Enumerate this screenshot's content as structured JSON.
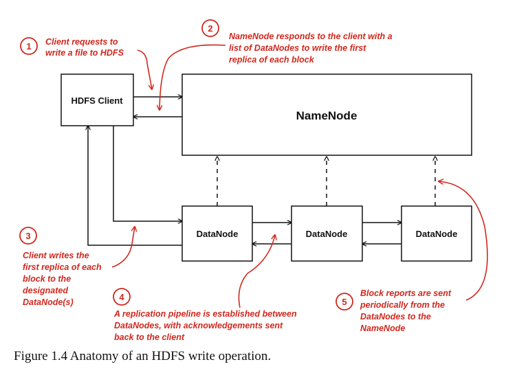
{
  "nodes": {
    "client": "HDFS Client",
    "namenode": "NameNode",
    "datanodes": [
      "DataNode",
      "DataNode",
      "DataNode"
    ]
  },
  "annotations": [
    {
      "number": "1",
      "lines": [
        "Client requests to",
        "write a file to HDFS"
      ]
    },
    {
      "number": "2",
      "lines": [
        "NameNode responds to the client with a",
        "list of DataNodes to write the first",
        "replica of each block"
      ]
    },
    {
      "number": "3",
      "lines": [
        "Client writes the",
        "first replica of each",
        "block to the",
        "designated",
        "DataNode(s)"
      ]
    },
    {
      "number": "4",
      "lines": [
        "A replication pipeline is established between",
        "DataNodes, with acknowledgements sent",
        "back to the client"
      ]
    },
    {
      "number": "5",
      "lines": [
        "Block reports are sent",
        "periodically from the",
        "DataNodes to the",
        "NameNode"
      ]
    }
  ],
  "caption": "Figure 1.4 Anatomy of an HDFS write operation.",
  "colors": {
    "annotation": "#d0271d",
    "line": "#111111"
  }
}
